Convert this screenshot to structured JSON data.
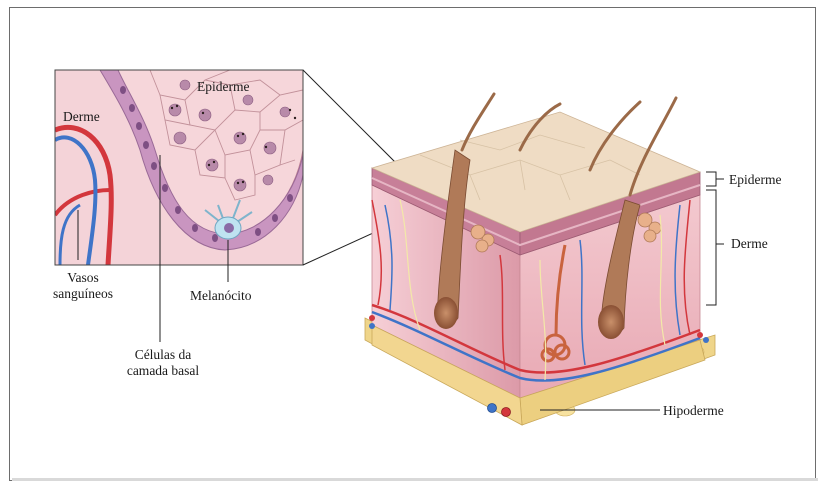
{
  "labels": {
    "inset_epiderme": "Epiderme",
    "inset_derme": "Derme",
    "vasos_line1": "Vasos",
    "vasos_line2": "sanguíneos",
    "melanocito": "Melanócito",
    "celulas_line1": "Células da",
    "celulas_line2": "camada basal",
    "epiderme": "Epiderme",
    "derme": "Derme",
    "hipoderme": "Hipoderme"
  },
  "colors": {
    "epidermis_surface": "#efdcc4",
    "dermis": "#e9b9c0",
    "hypodermis": "#f1d88a",
    "basal_layer": "#c58bb7",
    "artery": "#d9333b",
    "vein": "#3e73c6",
    "hair": "#8a5a3b",
    "melanocyte": "#b9e2f0"
  }
}
